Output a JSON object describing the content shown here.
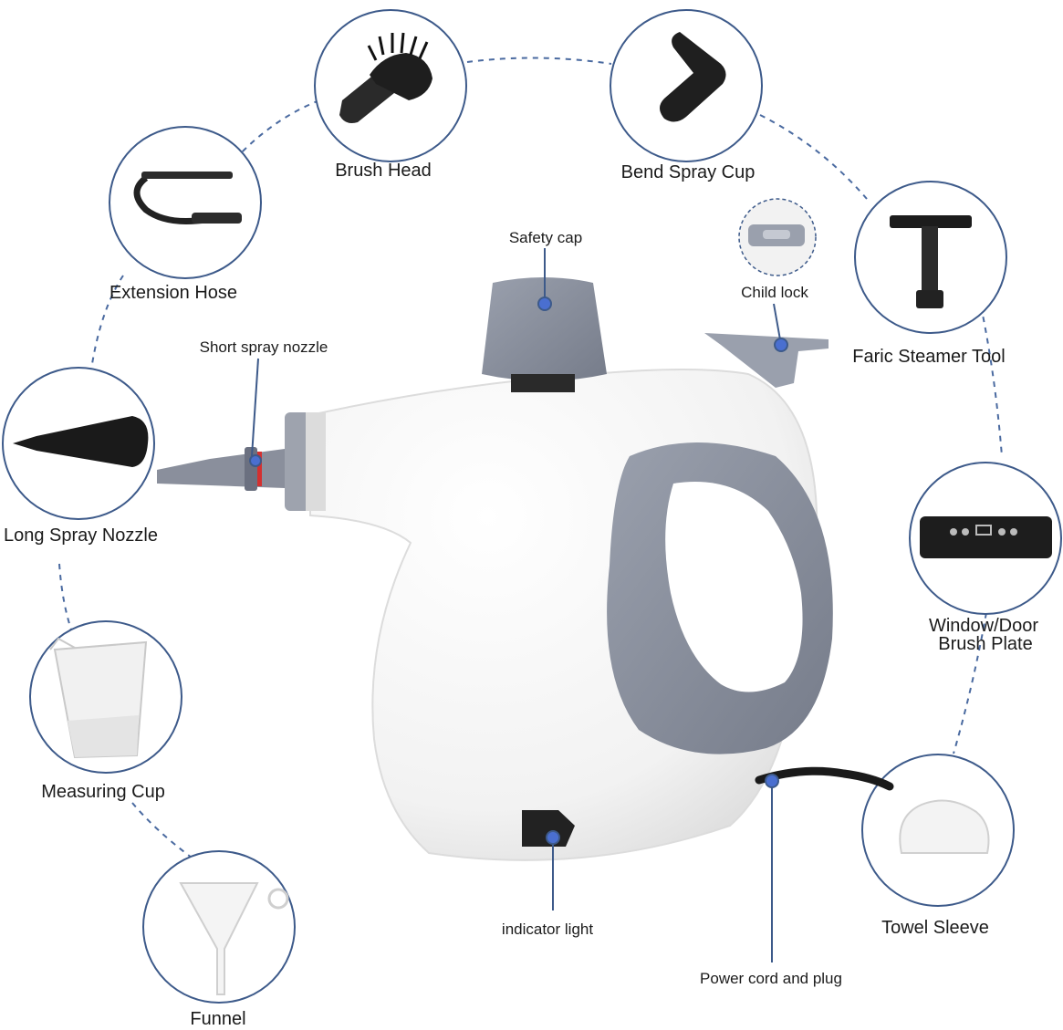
{
  "accessories": {
    "brush_head": "Brush Head",
    "bend_spray_cup": "Bend Spray Cup",
    "extension_hose": "Extension Hose",
    "faric_steamer_tool": "Faric Steamer Tool",
    "long_spray_nozzle": "Long Spray Nozzle",
    "window_door_line1": "Window/Door",
    "window_door_line2": "Brush Plate",
    "measuring_cup": "Measuring Cup",
    "towel_sleeve": "Towel Sleeve",
    "funnel": "Funnel"
  },
  "callouts": {
    "safety_cap": "Safety cap",
    "child_lock": "Child lock",
    "short_spray_nozzle": "Short spray nozzle",
    "indicator_light": "indicator light",
    "power_cord": "Power cord and plug"
  },
  "colors": {
    "circle_stroke": "#3d5a8a",
    "dashed_line": "#4a6aa0",
    "callout_dot": "#4a6fd0",
    "body_white": "#f7f7f7",
    "accent_gray": "#8a8f9c"
  }
}
